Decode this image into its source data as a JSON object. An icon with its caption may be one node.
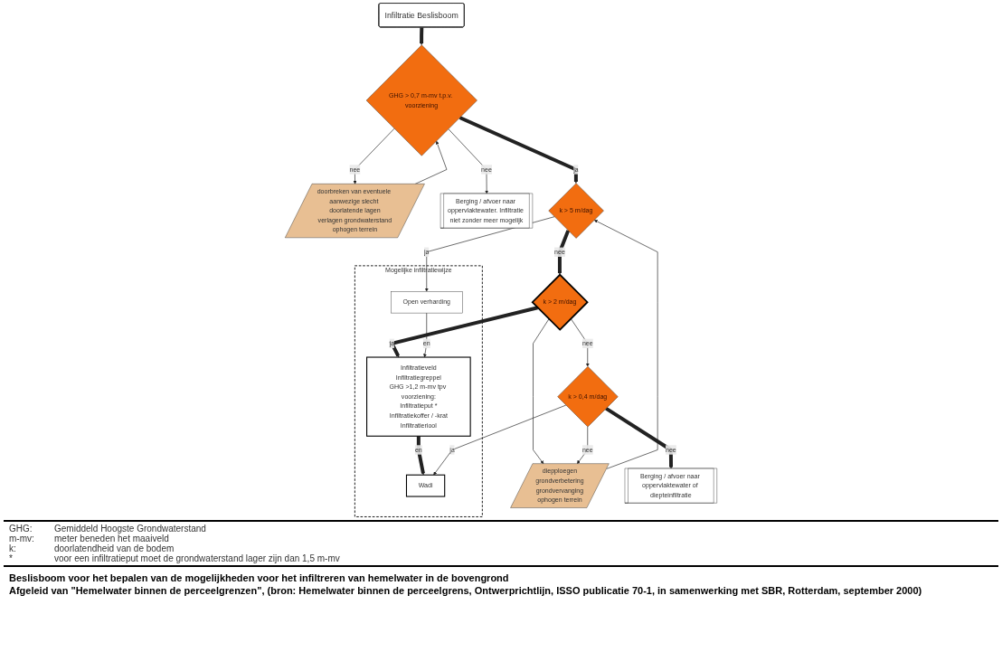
{
  "diagram": {
    "caption": "Beslisboom voor het bepalen van de mogelijkheden voor het infiltreren van hemelwater in de bovengrond",
    "nodes": [
      {
        "text": [
          "Infiltratie Beslisboom"
        ]
      },
      {
        "text": [
          "doorbreken van eventuele aanwezige slecht doorlatende lagen",
          "verlagen grondwaterstand",
          "ophogen terrein"
        ]
      },
      {
        "text": [
          "GHG > 0,7 m-mv t.p.v. voorziening"
        ]
      },
      {
        "text": [
          "Berging / afvoer naar oppervlaktewater. Infiltratie niet zonder meer mogelijk"
        ]
      },
      {
        "text": [
          "k > 5 m/dag"
        ]
      },
      {
        "text": [
          "k > 2 m/dag"
        ]
      },
      {
        "text": [
          "diepploegen",
          "grondverbetering",
          "grondvervanging",
          "ophogen terrein"
        ]
      },
      {
        "text": [
          "k > 0,4 m/dag"
        ]
      },
      {
        "text": [
          "Berging / afvoer naar oppervlaktewater of diepteinfiltratie"
        ]
      },
      {
        "text": [
          "Mogelijke infiltratiewijze"
        ]
      },
      {
        "text": [
          "Open verharding"
        ],
        "in": 9
      },
      {
        "text": [
          "Infiltratieveld",
          "Infiltratiegreppel",
          "GHG >1,2 m-mv tpv voorziening:",
          "Infiltratieput *",
          "Infiltratiekoffer / -krat",
          "Infiltratieriool"
        ],
        "in": 9
      },
      {
        "text": [
          "Wadi"
        ],
        "in": 9
      }
    ],
    "edges": [
      {
        "from": 0,
        "to": 2,
        "arrow": "to",
        "style": "thick"
      },
      {
        "from": 2,
        "to": 1,
        "arrow": "to",
        "label": "nee"
      },
      {
        "from": 1,
        "to": 2,
        "arrow": "to"
      },
      {
        "from": 2,
        "to": 3,
        "arrow": "to",
        "label": "nee"
      },
      {
        "from": 2,
        "to": 4,
        "arrow": "to",
        "label": "ja",
        "style": "thick"
      },
      {
        "from": 4,
        "to": 10,
        "arrow": "to",
        "label": "ja"
      },
      {
        "from": 4,
        "to": 5,
        "arrow": "to",
        "label": "nee",
        "style": "thick"
      },
      {
        "from": 5,
        "to": 11,
        "arrow": "to",
        "label": "ja",
        "style": "thick"
      },
      {
        "from": 10,
        "to": 11,
        "arrow": "to",
        "label": "en"
      },
      {
        "from": 11,
        "to": 12,
        "arrow": "to",
        "label": "en",
        "style": "thick"
      },
      {
        "from": 5,
        "to": 7,
        "arrow": "to",
        "label": "nee"
      },
      {
        "from": 5,
        "to": 6,
        "arrow": "to"
      },
      {
        "from": 6,
        "to": 4,
        "arrow": "to"
      },
      {
        "from": 7,
        "to": 6,
        "arrow": "to",
        "label": "nee"
      },
      {
        "from": 7,
        "to": 12,
        "arrow": "to",
        "label": "ja"
      },
      {
        "from": 7,
        "to": 8,
        "arrow": "to",
        "label": "nee",
        "style": "thick"
      }
    ],
    "labels": [
      "GHG:",
      "Gemiddeld Hoogste Grondwaterstand",
      "m-mv:",
      "meter beneden het maaiveld",
      "k:",
      "doorlatendheid van de bodem",
      "*",
      "voor een infiltratieput moet de grondwaterstand lager zijn dan 1,5 m-mv",
      "Afgeleid van \"Hemelwater binnen de perceelgrenzen\", (bron: Hemelwater binnen de perceelgrens, Ontwerprichtlijn, ISSO publicatie 70-1, in samenwerking met SBR, Rotterdam, september 2000)"
    ]
  }
}
